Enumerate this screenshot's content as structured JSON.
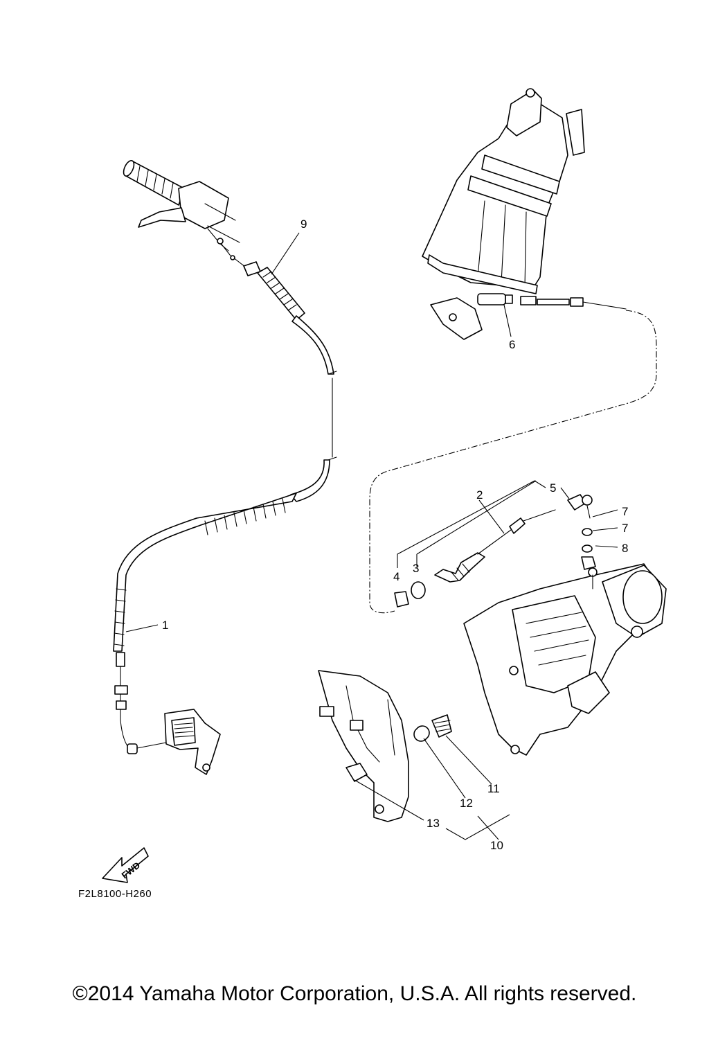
{
  "callouts": [
    {
      "id": "1",
      "text": "1"
    },
    {
      "id": "2",
      "text": "2"
    },
    {
      "id": "3",
      "text": "3"
    },
    {
      "id": "4",
      "text": "4"
    },
    {
      "id": "5",
      "text": "5"
    },
    {
      "id": "6",
      "text": "6"
    },
    {
      "id": "7a",
      "text": "7"
    },
    {
      "id": "7b",
      "text": "7"
    },
    {
      "id": "8",
      "text": "8"
    },
    {
      "id": "9",
      "text": "9"
    },
    {
      "id": "10",
      "text": "10"
    },
    {
      "id": "11",
      "text": "11"
    },
    {
      "id": "12",
      "text": "12"
    },
    {
      "id": "13",
      "text": "13"
    }
  ],
  "fwd_label": "FWD",
  "drawing_code": "F2L8100-H260",
  "copyright": "©2014 Yamaha Motor Corporation, U.S.A. All rights reserved."
}
